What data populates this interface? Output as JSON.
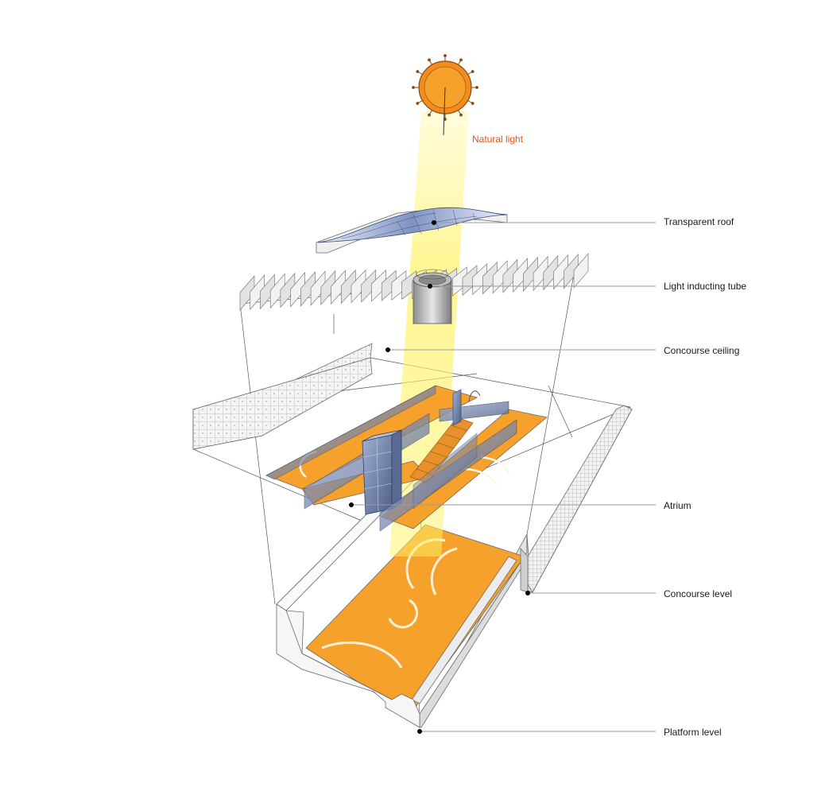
{
  "diagram": {
    "sun_label": "Natural light",
    "labels": [
      {
        "key": "roof",
        "text": "Transparent roof"
      },
      {
        "key": "tube",
        "text": "Light inducting tube"
      },
      {
        "key": "ceiling",
        "text": "Concourse ceiling"
      },
      {
        "key": "atrium",
        "text": "Atrium"
      },
      {
        "key": "concourse",
        "text": "Concourse level"
      },
      {
        "key": "platform",
        "text": "Platform level"
      }
    ],
    "colors": {
      "sun": "#f28c1e",
      "light_beam": "#fff36a",
      "floor": "#f6a12b",
      "glass": "#6f7fa6",
      "accent_text": "#e8541a",
      "wall": "#f0f0f0"
    }
  }
}
